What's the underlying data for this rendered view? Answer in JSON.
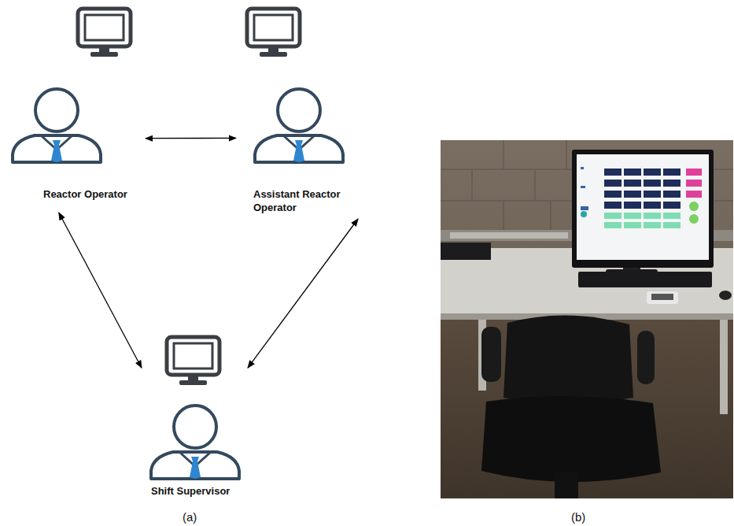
{
  "diagram": {
    "nodes": [
      {
        "text": [
          "Reactor Operator"
        ]
      },
      {
        "text": [
          "Assistant Reactor Operator"
        ]
      },
      {
        "text": [
          "Shift Supervisor"
        ]
      }
    ],
    "edges": [
      {
        "from": 0,
        "to": 1,
        "arrow": "both"
      },
      {
        "from": 0,
        "to": 2,
        "arrow": "both"
      },
      {
        "from": 1,
        "to": 2,
        "arrow": "both"
      }
    ],
    "labels": [
      "(a)",
      "(b)"
    ]
  }
}
